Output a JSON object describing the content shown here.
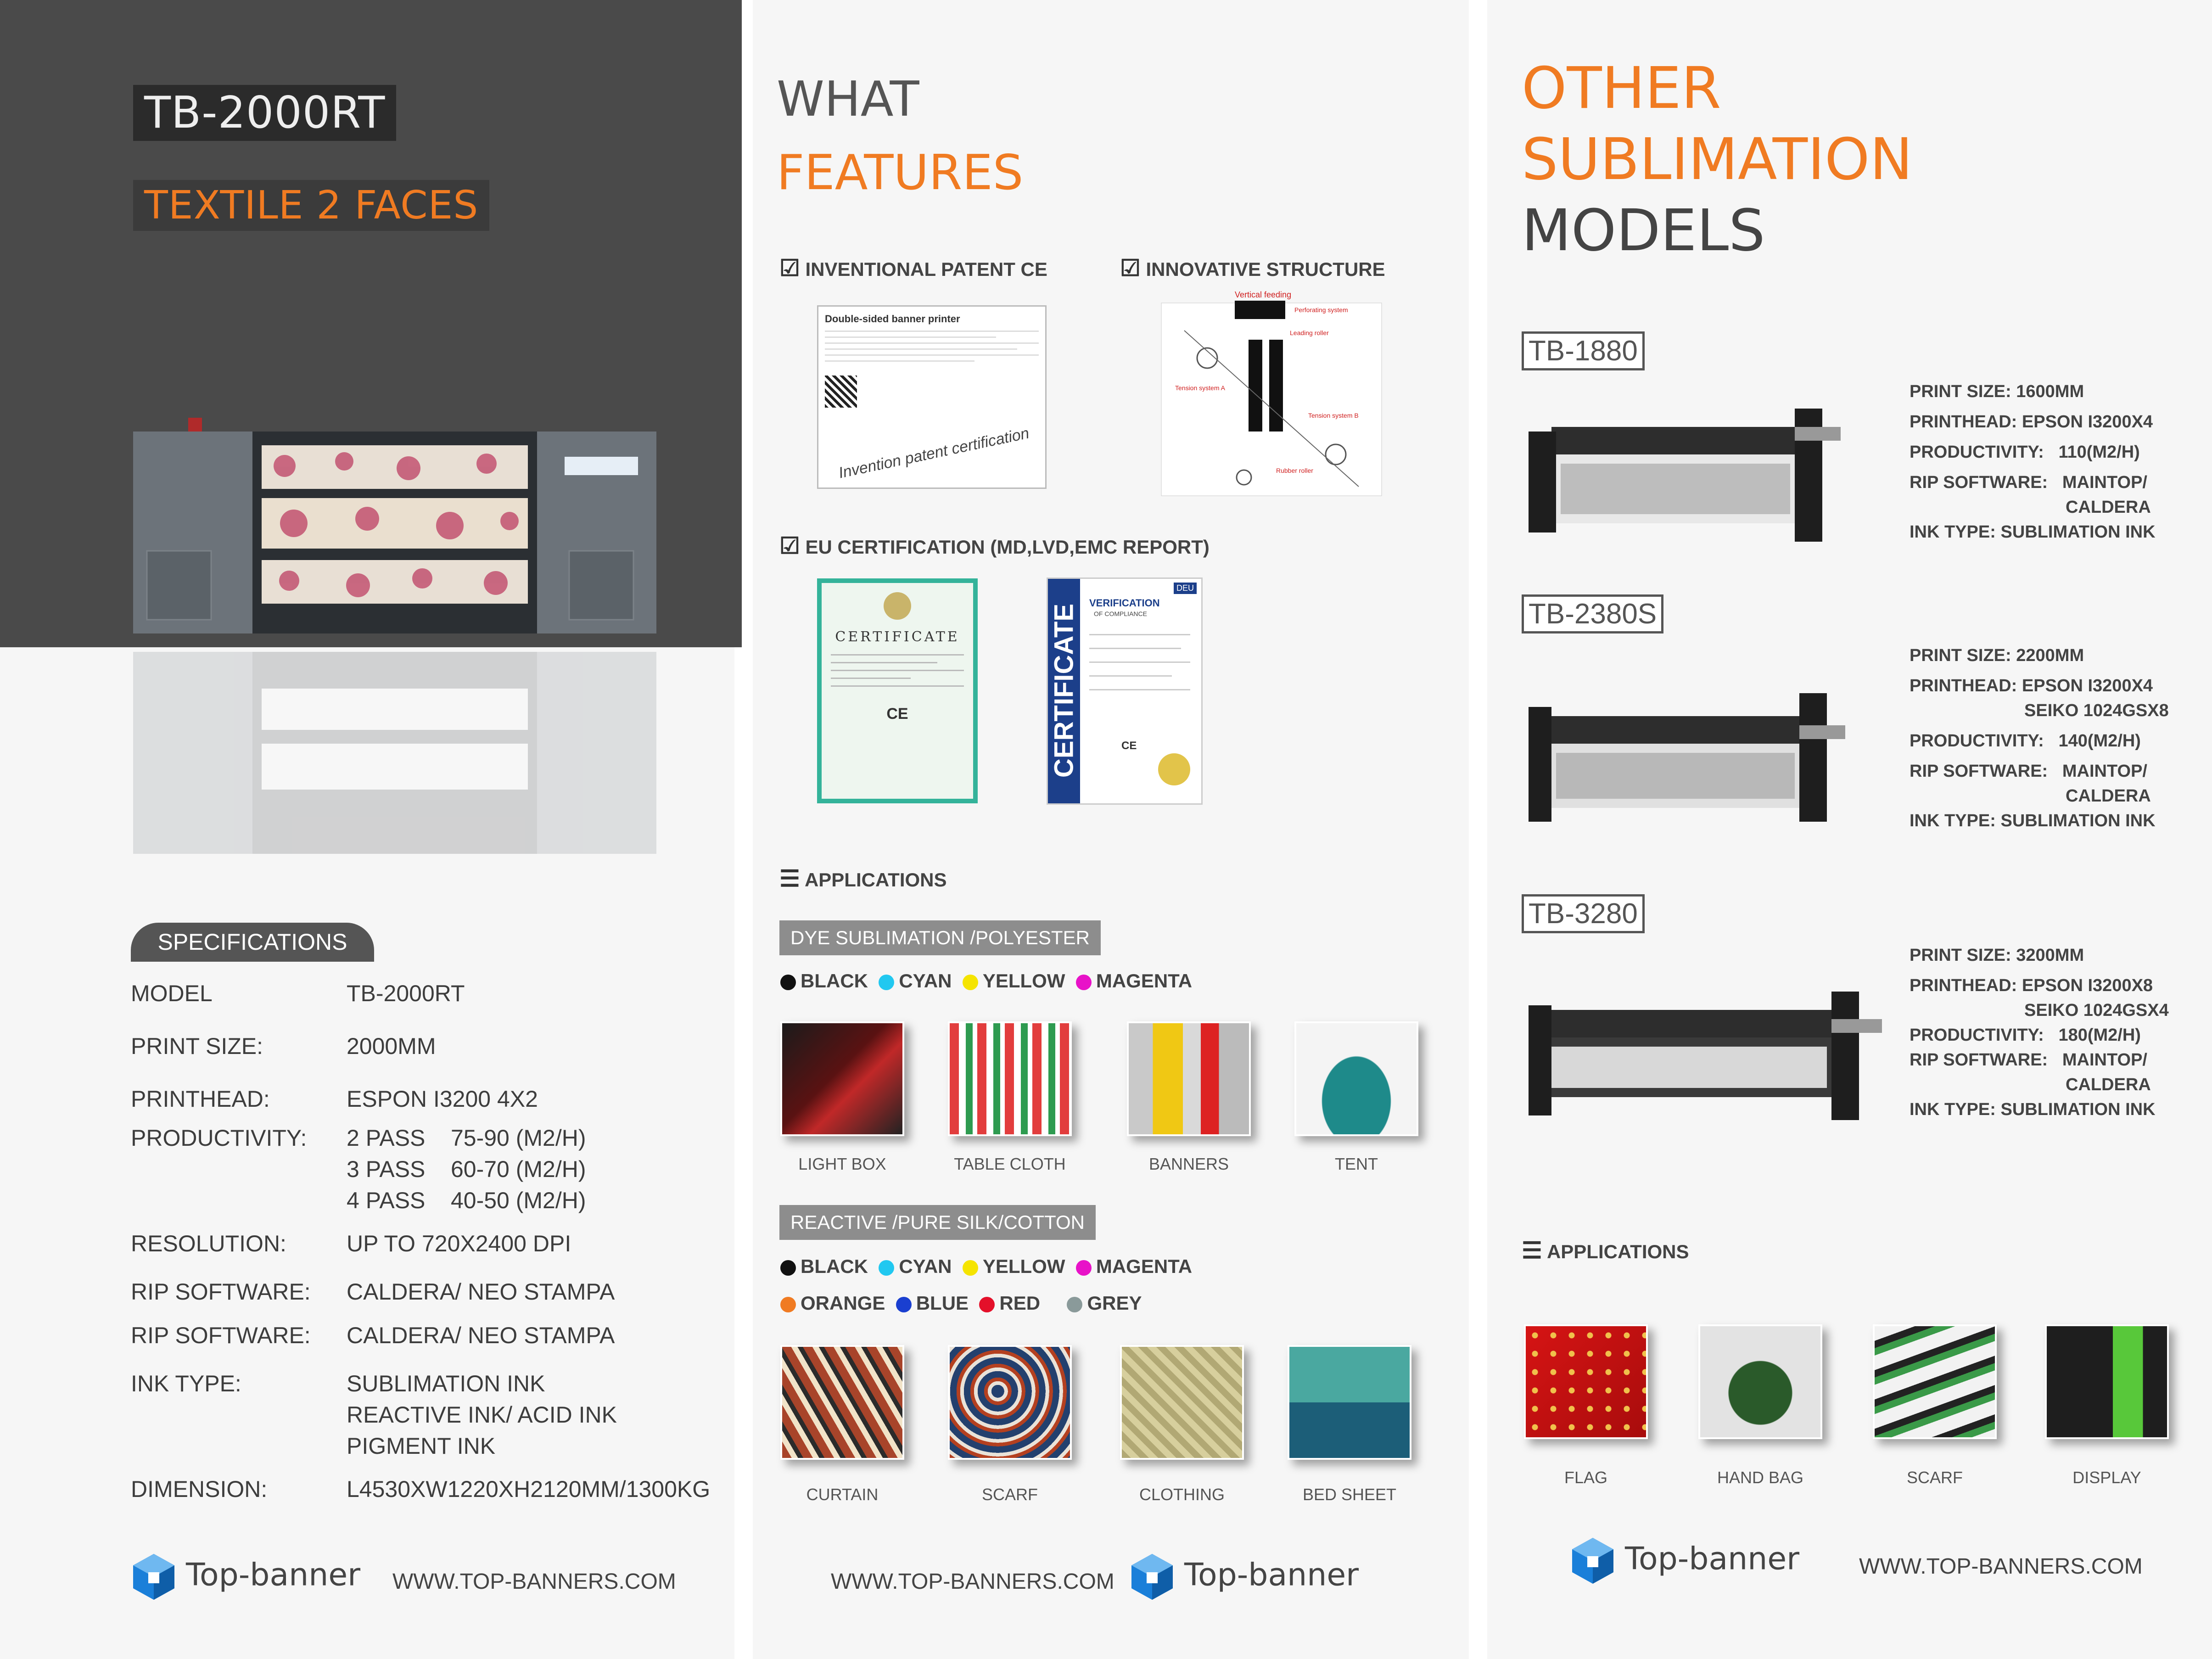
{
  "left": {
    "model_title": "TB-2000RT",
    "subtitle": "TEXTILE 2 FACES",
    "specs_title": "SPECIFICATIONS",
    "specs": [
      {
        "label": "MODEL",
        "value": "TB-2000RT"
      },
      {
        "label": "PRINT SIZE:",
        "value": "2000MM"
      },
      {
        "label": "PRINTHEAD:",
        "value": "ESPON I3200 4X2"
      },
      {
        "label": "PRODUCTIVITY:",
        "value": "2 PASS    75-90 (M2/H)"
      },
      {
        "label": "",
        "value": "3 PASS    60-70 (M2/H)"
      },
      {
        "label": "",
        "value": "4 PASS    40-50 (M2/H)"
      },
      {
        "label": "RESOLUTION:",
        "value": "UP TO 720X2400 DPI"
      },
      {
        "label": "RIP SOFTWARE:",
        "value": "CALDERA/ NEO STAMPA"
      },
      {
        "label": "RIP SOFTWARE:",
        "value": "CALDERA/ NEO STAMPA"
      },
      {
        "label": "INK TYPE:",
        "value": "SUBLIMATION  INK"
      },
      {
        "label": "",
        "value": "REACTIVE INK/ ACID INK"
      },
      {
        "label": "",
        "value": "PIGMENT INK"
      },
      {
        "label": "DIMENSION:",
        "value": "L4530XW1220XH2120MM/1300KG"
      }
    ],
    "brand": "Top-banner",
    "url": "WWW.TOP-BANNERS.COM"
  },
  "middle": {
    "heading_1": "WHAT",
    "heading_2": "FEATURES",
    "feature_1": "INVENTIONAL PATENT CE",
    "feature_2": "INNOVATIVE STRUCTURE",
    "feature_3": "EU CERTIFICATION (MD,LVD,EMC REPORT)",
    "patent_stamp": "Invention patent certification",
    "patent_doc_title": "Double-sided banner printer",
    "structure_labels": [
      "Vertical feeding",
      "Perforating system",
      "Leading roller",
      "Tension system A",
      "Tension system B",
      "Rubber roller"
    ],
    "cert_1_title": "CERTIFICATE",
    "cert_2_side": "CERTIFICATE",
    "cert_2_title": "VERIFICATION",
    "cert_2_sub": "OF COMPLIANCE",
    "cert_2_badge": "DEU",
    "ce_mark": "CE",
    "applications_title": "APPLICATIONS",
    "dye_tag": "DYE SUBLIMATION /POLYESTER",
    "dye_colors": [
      {
        "name": "BLACK",
        "color": "#111111"
      },
      {
        "name": "CYAN",
        "color": "#21c8f0"
      },
      {
        "name": "YELLOW",
        "color": "#f5e400"
      },
      {
        "name": "MAGENTA",
        "color": "#e812c8"
      }
    ],
    "dye_apps": [
      "LIGHT BOX",
      "TABLE CLOTH",
      "BANNERS",
      "TENT"
    ],
    "reactive_tag": "REACTIVE /PURE SILK/COTTON",
    "reactive_colors": [
      {
        "name": "BLACK",
        "color": "#111111"
      },
      {
        "name": "CYAN",
        "color": "#21c8f0"
      },
      {
        "name": "YELLOW",
        "color": "#f5e400"
      },
      {
        "name": "MAGENTA",
        "color": "#e812c8"
      },
      {
        "name": "ORANGE",
        "color": "#f07b22"
      },
      {
        "name": "BLUE",
        "color": "#1a3fd0"
      },
      {
        "name": "RED",
        "color": "#e4102a"
      },
      {
        "name": "GREY",
        "color": "#8a9a9a"
      }
    ],
    "reactive_apps": [
      "CURTAIN",
      "SCARF",
      "CLOTHING",
      "BED SHEET"
    ],
    "url": "WWW.TOP-BANNERS.COM",
    "brand": "Top-banner"
  },
  "right": {
    "heading_1": "OTHER",
    "heading_2": "SUBLIMATION",
    "heading_3": "MODELS",
    "models": [
      {
        "name": "TB-1880",
        "lines": [
          [
            "PRINT SIZE:",
            "1600MM"
          ],
          [
            "PRINTHEAD:",
            "EPSON I3200X4"
          ],
          [
            "PRODUCTIVITY:",
            "110(M2/H)"
          ],
          [
            "RIP SOFTWARE:",
            "MAINTOP/"
          ],
          [
            "",
            "CALDERA"
          ],
          [
            "INK TYPE:",
            "SUBLIMATION INK"
          ]
        ]
      },
      {
        "name": "TB-2380S",
        "lines": [
          [
            "PRINT SIZE:",
            "2200MM"
          ],
          [
            "PRINTHEAD:",
            "EPSON I3200X4"
          ],
          [
            "",
            "SEIKO 1024GSX8"
          ],
          [
            "PRODUCTIVITY:",
            "140(M2/H)"
          ],
          [
            "RIP SOFTWARE:",
            "MAINTOP/"
          ],
          [
            "",
            "CALDERA"
          ],
          [
            "INK TYPE:",
            "SUBLIMATION INK"
          ]
        ]
      },
      {
        "name": "TB-3280",
        "lines": [
          [
            "PRINT SIZE:",
            "3200MM"
          ],
          [
            "PRINTHEAD:",
            "EPSON I3200X8"
          ],
          [
            "",
            "SEIKO 1024GSX4"
          ],
          [
            "PRODUCTIVITY:",
            "180(M2/H)"
          ],
          [
            "RIP SOFTWARE:",
            "MAINTOP/"
          ],
          [
            "",
            "CALDERA"
          ],
          [
            "INK TYPE:",
            "SUBLIMATION INK"
          ]
        ]
      }
    ],
    "applications_title": "APPLICATIONS",
    "apps": [
      "FLAG",
      "HAND BAG",
      "SCARF",
      "DISPLAY"
    ],
    "brand": "Top-banner",
    "url": "WWW.TOP-BANNERS.COM"
  },
  "colors": {
    "accent": "#f07b22",
    "dark": "#4a4a4a",
    "tag": "#8d8d8d"
  }
}
